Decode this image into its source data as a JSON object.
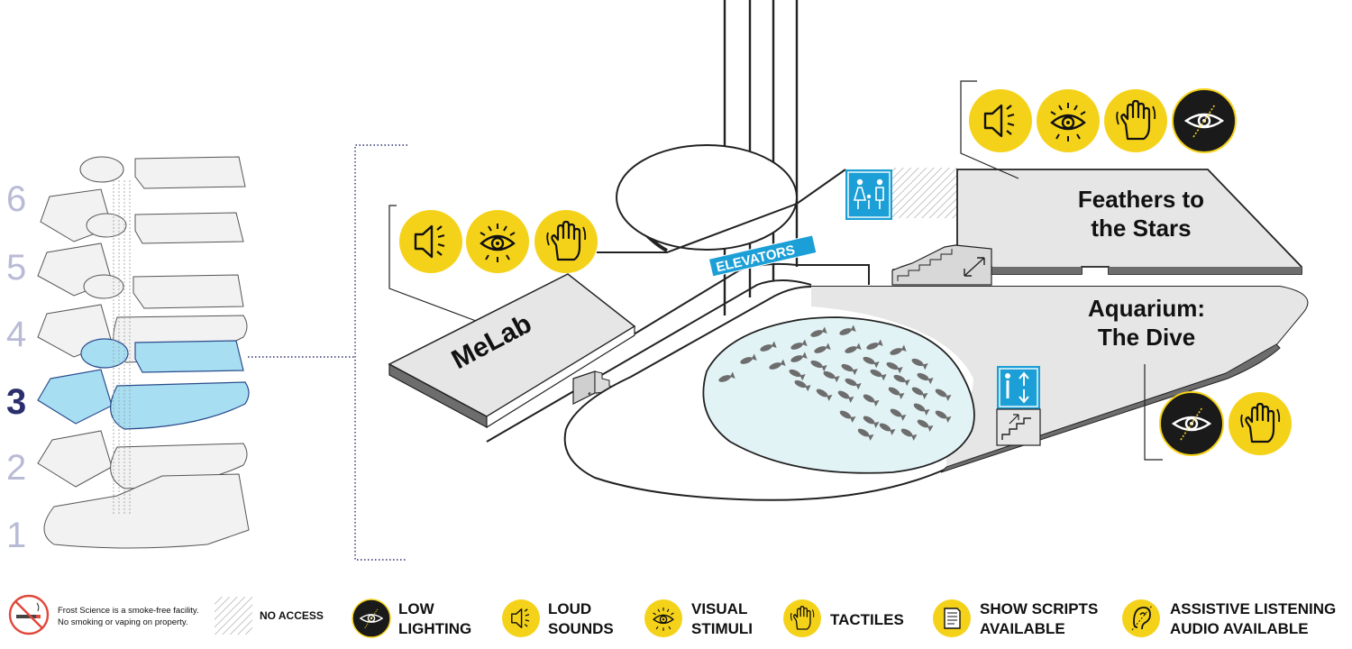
{
  "floors": {
    "labels": [
      "6",
      "5",
      "4",
      "3",
      "2",
      "1"
    ],
    "current": "3"
  },
  "zones": {
    "melab": "MeLab",
    "feathers_line1": "Feathers to",
    "feathers_line2": "the Stars",
    "aquarium_line1": "Aquarium:",
    "aquarium_line2": "The Dive",
    "elevators": "ELEVATORS"
  },
  "legend": {
    "smoke_free_line1": "Frost Science is a smoke-free facility.",
    "smoke_free_line2": "No smoking or vaping on property.",
    "no_access": "NO ACCESS",
    "items": [
      {
        "icon": "low-lighting-icon",
        "line1": "LOW",
        "line2": "LIGHTING"
      },
      {
        "icon": "loud-sounds-icon",
        "line1": "LOUD",
        "line2": "SOUNDS"
      },
      {
        "icon": "visual-stimuli-icon",
        "line1": "VISUAL",
        "line2": "STIMULI"
      },
      {
        "icon": "tactiles-icon",
        "line1": "TACTILES",
        "line2": ""
      },
      {
        "icon": "show-scripts-icon",
        "line1": "SHOW SCRIPTS",
        "line2": "AVAILABLE"
      },
      {
        "icon": "assistive-listening-icon",
        "line1": "ASSISTIVE LISTENING",
        "line2": "AUDIO AVAILABLE"
      }
    ]
  },
  "colors": {
    "sensory_yellow": "#f5d21a",
    "low_light_black": "#1a1a1a",
    "floor_highlight": "#a7def2",
    "signage_blue": "#1b9fd6",
    "floor_gray": "#e6e6e6",
    "water": "#e2f3f6",
    "floor_number_inactive": "#b9bbd6",
    "floor_number_active": "#2b2f6e"
  }
}
